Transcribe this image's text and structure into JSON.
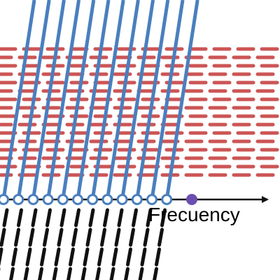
{
  "axis": {
    "label": "Frecuency"
  },
  "colors": {
    "blue": "#4a7fbf",
    "red": "#cc5555",
    "black": "#111111",
    "marker": "#6a4fb0",
    "background": "#ffffff"
  },
  "blue_line_count": 12,
  "red_row_count": 16,
  "black_row_count": 4
}
